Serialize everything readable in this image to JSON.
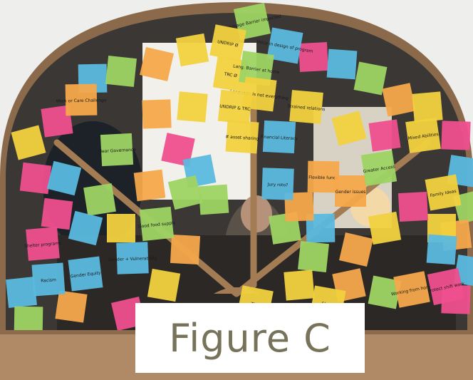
{
  "caption": "Figure C",
  "scene": {
    "wall_color": "#eeeeec",
    "arch_wood": "#8a6a4a",
    "sill_wood": "#b08a66",
    "glass_dark": "#2a2a2a",
    "note_colors": [
      "#f2d13e",
      "#ef4f8e",
      "#5ab9df",
      "#9ed463",
      "#f6a84b"
    ]
  },
  "notes": [
    {
      "text": "Language Barrier impacted",
      "color": "#9ed463"
    },
    {
      "text": "UNDRIP Ø",
      "color": "#f2d13e"
    },
    {
      "text": "Voice in design of program",
      "color": "#5ab9df"
    },
    {
      "text": "TRC Ø",
      "color": "#f2d13e"
    },
    {
      "text": "Lang. Barrier at home",
      "color": "#9ed463"
    },
    {
      "text": "Language is not everything",
      "color": "#f2d13e"
    },
    {
      "text": "UNDRIP & TRC",
      "color": "#f2d13e"
    },
    {
      "text": "Strained relations",
      "color": "#f2d13e"
    },
    {
      "text": "# asset sharing",
      "color": "#f2d13e"
    },
    {
      "text": "Financial Literacy",
      "color": "#5ab9df"
    },
    {
      "text": "Jury roto?",
      "color": "#5ab9df"
    },
    {
      "text": "Flexible funds",
      "color": "#f6a84b"
    },
    {
      "text": "Gender issues",
      "color": "#f6a84b"
    },
    {
      "text": "Work or Care Challenge",
      "color": "#f6a84b"
    },
    {
      "text": "Gender + Vulnerability",
      "color": "#5ab9df"
    },
    {
      "text": "Clear Governance",
      "color": "#9ed463"
    },
    {
      "text": "Racism",
      "color": "#5ab9df"
    },
    {
      "text": "Shelter programs",
      "color": "#ef4f8e"
    },
    {
      "text": "Good food supply",
      "color": "#9ed463"
    },
    {
      "text": "Gender Equity",
      "color": "#5ab9df"
    },
    {
      "text": "Mixed Abilities",
      "color": "#f2d13e"
    },
    {
      "text": "Greater Access",
      "color": "#9ed463"
    },
    {
      "text": "Family Ideas",
      "color": "#f2d13e"
    },
    {
      "text": "Working from home",
      "color": "#f6a84b"
    },
    {
      "text": "Protect shift work",
      "color": "#ef4f8e"
    },
    {
      "text": "The",
      "color": "#f2d13e"
    },
    {
      "text": "Share",
      "color": "#f2d13e"
    }
  ]
}
